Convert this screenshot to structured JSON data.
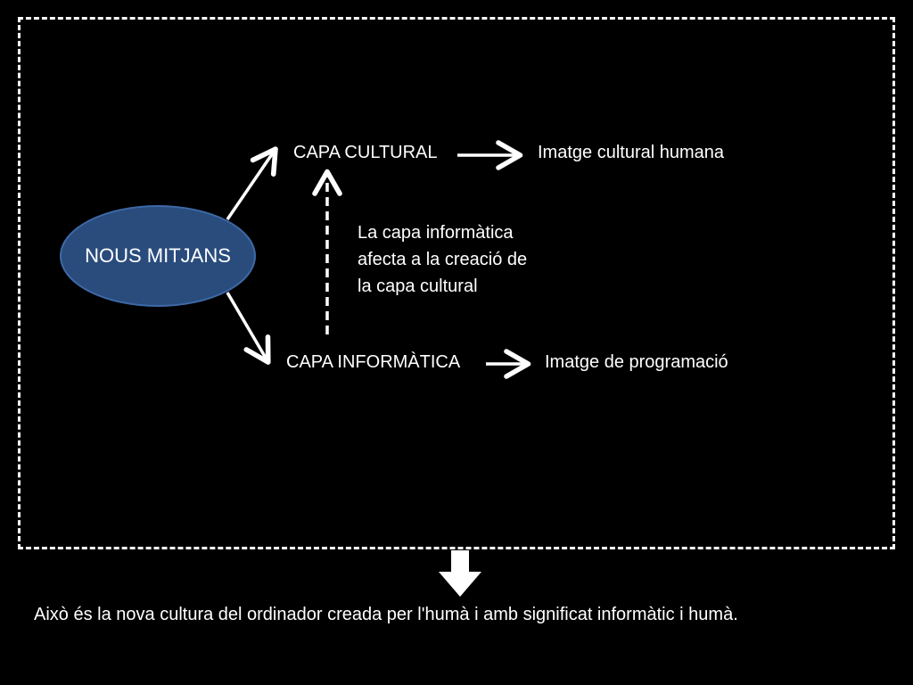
{
  "diagram": {
    "central_node": "NOUS MITJANS",
    "top_layer": "CAPA CULTURAL",
    "top_result": "Imatge cultural humana",
    "bottom_layer": "CAPA INFORMÀTICA",
    "bottom_result": "Imatge de programació",
    "note_lines": [
      "La capa informàtica",
      "afecta a la creació de",
      "la capa cultural"
    ]
  },
  "conclusion": "Això és la nova cultura del ordinador creada per l'humà i amb significat informàtic i humà.",
  "colors": {
    "background": "#000000",
    "foreground": "#ffffff",
    "ellipse_fill": "#2a4c7d",
    "ellipse_border": "#3d6aa8"
  }
}
